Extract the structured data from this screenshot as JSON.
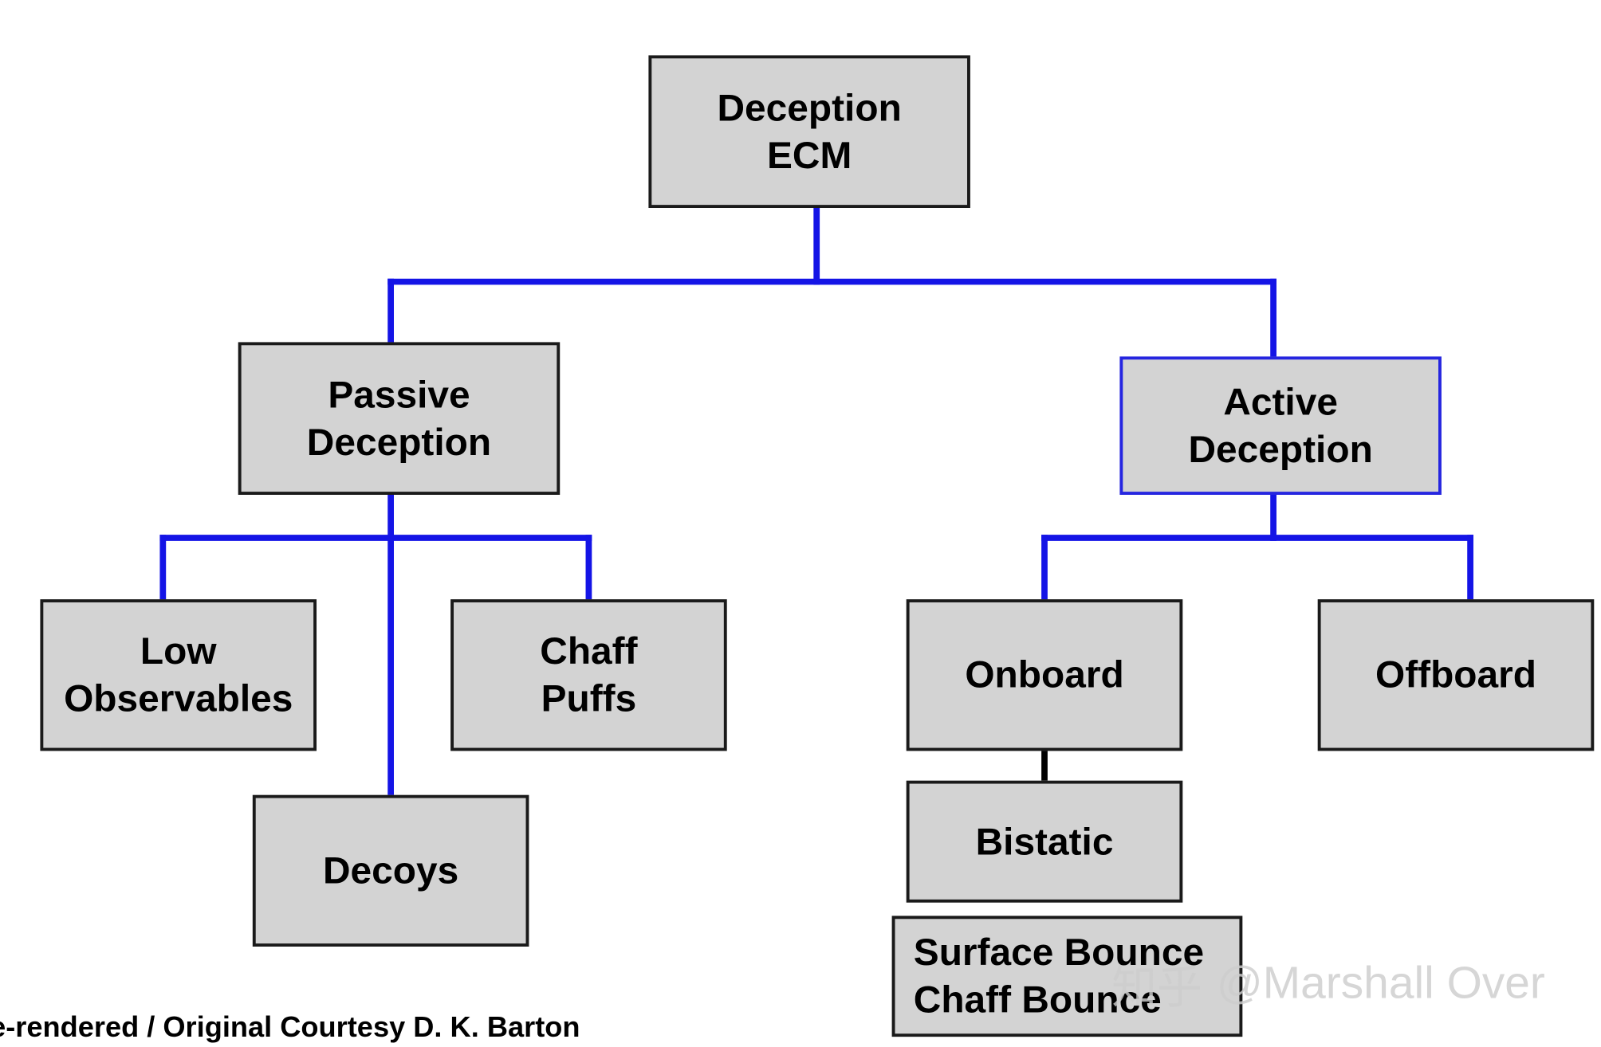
{
  "colors": {
    "connector": "#1414e6",
    "node_fill": "#d3d3d3",
    "node_border": "#1a1a1a",
    "active_border": "#2525e0"
  },
  "nodes": {
    "root": "Deception\nECM",
    "passive": "Passive\nDeception",
    "active": "Active\nDeception",
    "low_observables": "Low\nObservables",
    "chaff_puffs": "Chaff\nPuffs",
    "decoys": "Decoys",
    "onboard": "Onboard",
    "offboard": "Offboard",
    "bistatic": "Bistatic",
    "surface_bounce": "Surface Bounce\nChaff Bounce"
  },
  "footnote": "e-rendered / Original Courtesy D. K. Barton",
  "watermark": {
    "brand": "知乎",
    "handle": "@Marshall Over"
  }
}
